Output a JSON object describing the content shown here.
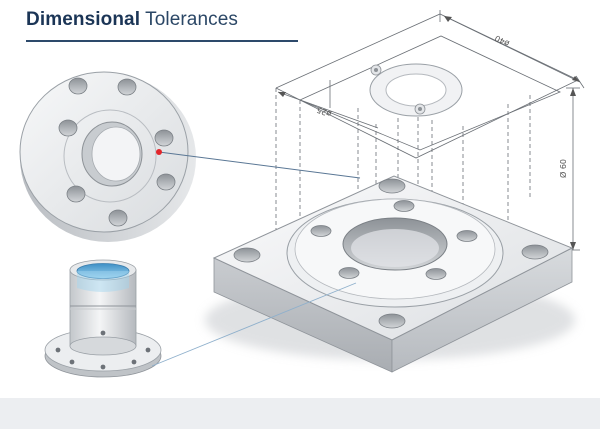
{
  "header": {
    "title_bold": "Dimensional",
    "title_rest": "Tolerances"
  },
  "dimensions": {
    "top_dim": "ø40",
    "left_dim": "ø25",
    "right_dim": "Ø 60"
  },
  "colors": {
    "accent": "#1b3556",
    "callout_dot": "#e2262b",
    "callout_line": "#5a7795",
    "bore_highlight": "#6fb8e0"
  }
}
